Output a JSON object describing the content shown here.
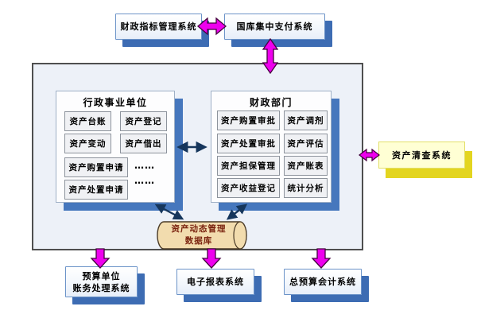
{
  "top": {
    "box1": "财政指标管理系统",
    "box2": "国库集中支付系统"
  },
  "platform": {
    "admin_unit": {
      "title": "行政事业单位",
      "cells": [
        "资产台账",
        "资产登记",
        "资产变动",
        "资产借出",
        "资产购置申请",
        "资产处置申请"
      ],
      "ellipsis1": "……",
      "ellipsis2": "……"
    },
    "finance_dept": {
      "title": "财政部门",
      "cells": [
        "资产购置审批",
        "资产调剂",
        "资产处置审批",
        "资产评估",
        "资产担保管理",
        "资产账表",
        "资产收益登记",
        "统计分析"
      ]
    },
    "database": {
      "line1": "资产动态管理",
      "line2": "数据库"
    }
  },
  "right_side": {
    "box": "资产清查系统"
  },
  "bottom": {
    "box1_line1": "预算单位",
    "box1_line2": "账务处理系统",
    "box2": "电子报表系统",
    "box3": "总预算会计系统"
  },
  "colors": {
    "magenta_arrow": "#ee00ee",
    "magenta_arrow_outline": "#45003f",
    "navy_arrow": "#16365c",
    "box_shadow_blue": "#3d6cb3",
    "group_shadow_blue": "#4677bd",
    "container_fill": "#edf1f8",
    "cylinder_fill": "#f2dcae",
    "cylinder_text": "#7b2410",
    "yellow_fill": "#ffffd4",
    "yellow_shadow": "#e3d520"
  }
}
